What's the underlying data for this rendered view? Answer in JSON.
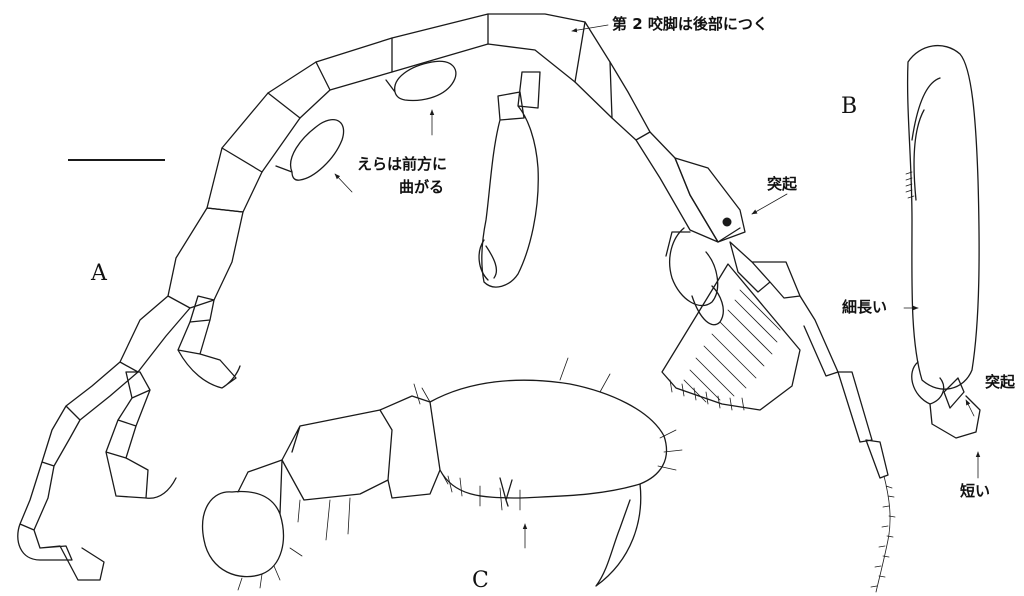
{
  "figure": {
    "panel_labels": {
      "a": "A",
      "b": "B",
      "c": "C"
    },
    "annotations": {
      "second_gnathopod": "第 2 咬脚は後部につく",
      "gills_line1": "えらは前方に",
      "gills_line2": "曲がる",
      "process_a": "突起",
      "slender": "細長い",
      "process_b": "突起",
      "short": "短い"
    }
  }
}
